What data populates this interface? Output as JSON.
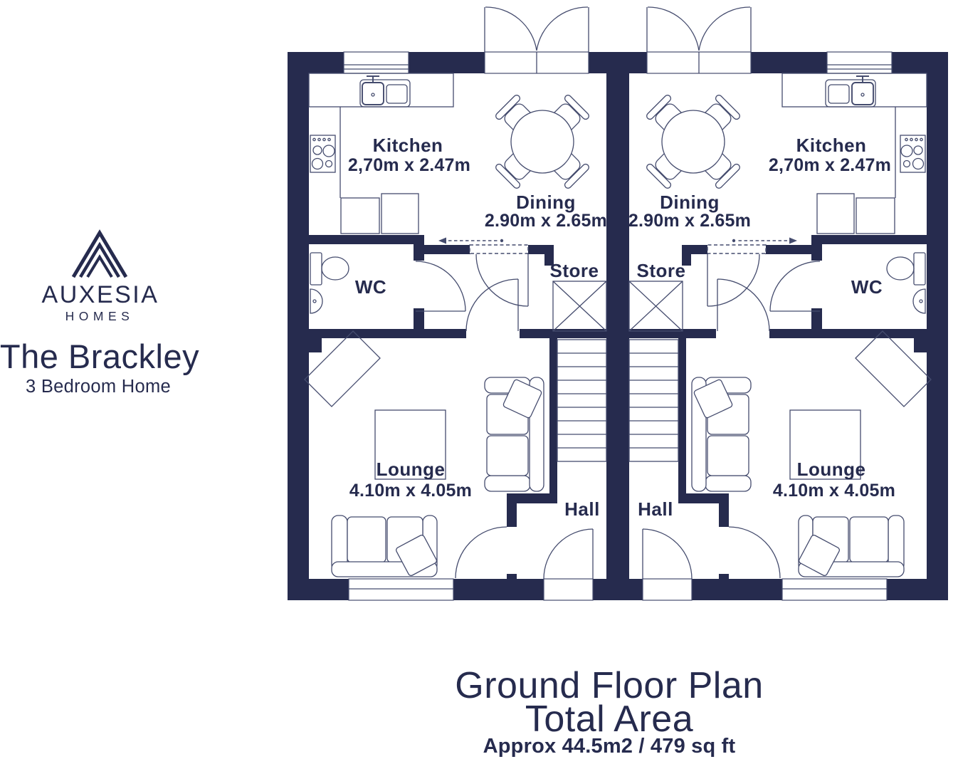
{
  "sidebar": {
    "brand_name": "AUXESIA",
    "brand_tagline": "HOMES",
    "plan_name": "The Brackley",
    "plan_subtitle": "3 Bedroom Home"
  },
  "plan": {
    "rooms": {
      "kitchen": {
        "name": "Kitchen",
        "dims": "2,70m x 2.47m"
      },
      "dining": {
        "name": "Dining",
        "dims": "2.90m x 2.65m"
      },
      "wc": {
        "name": "WC"
      },
      "store": {
        "name": "Store"
      },
      "hall": {
        "name": "Hall"
      },
      "lounge": {
        "name": "Lounge",
        "dims": "4.10m x 4.05m"
      }
    }
  },
  "footer": {
    "title": "Ground Floor Plan",
    "subtitle": "Total Area",
    "area": "Approx 44.5m2 / 479 sq ft"
  },
  "colors": {
    "wall_navy": "#262b4e",
    "thin_line": "#454c6e",
    "background": "#ffffff"
  }
}
